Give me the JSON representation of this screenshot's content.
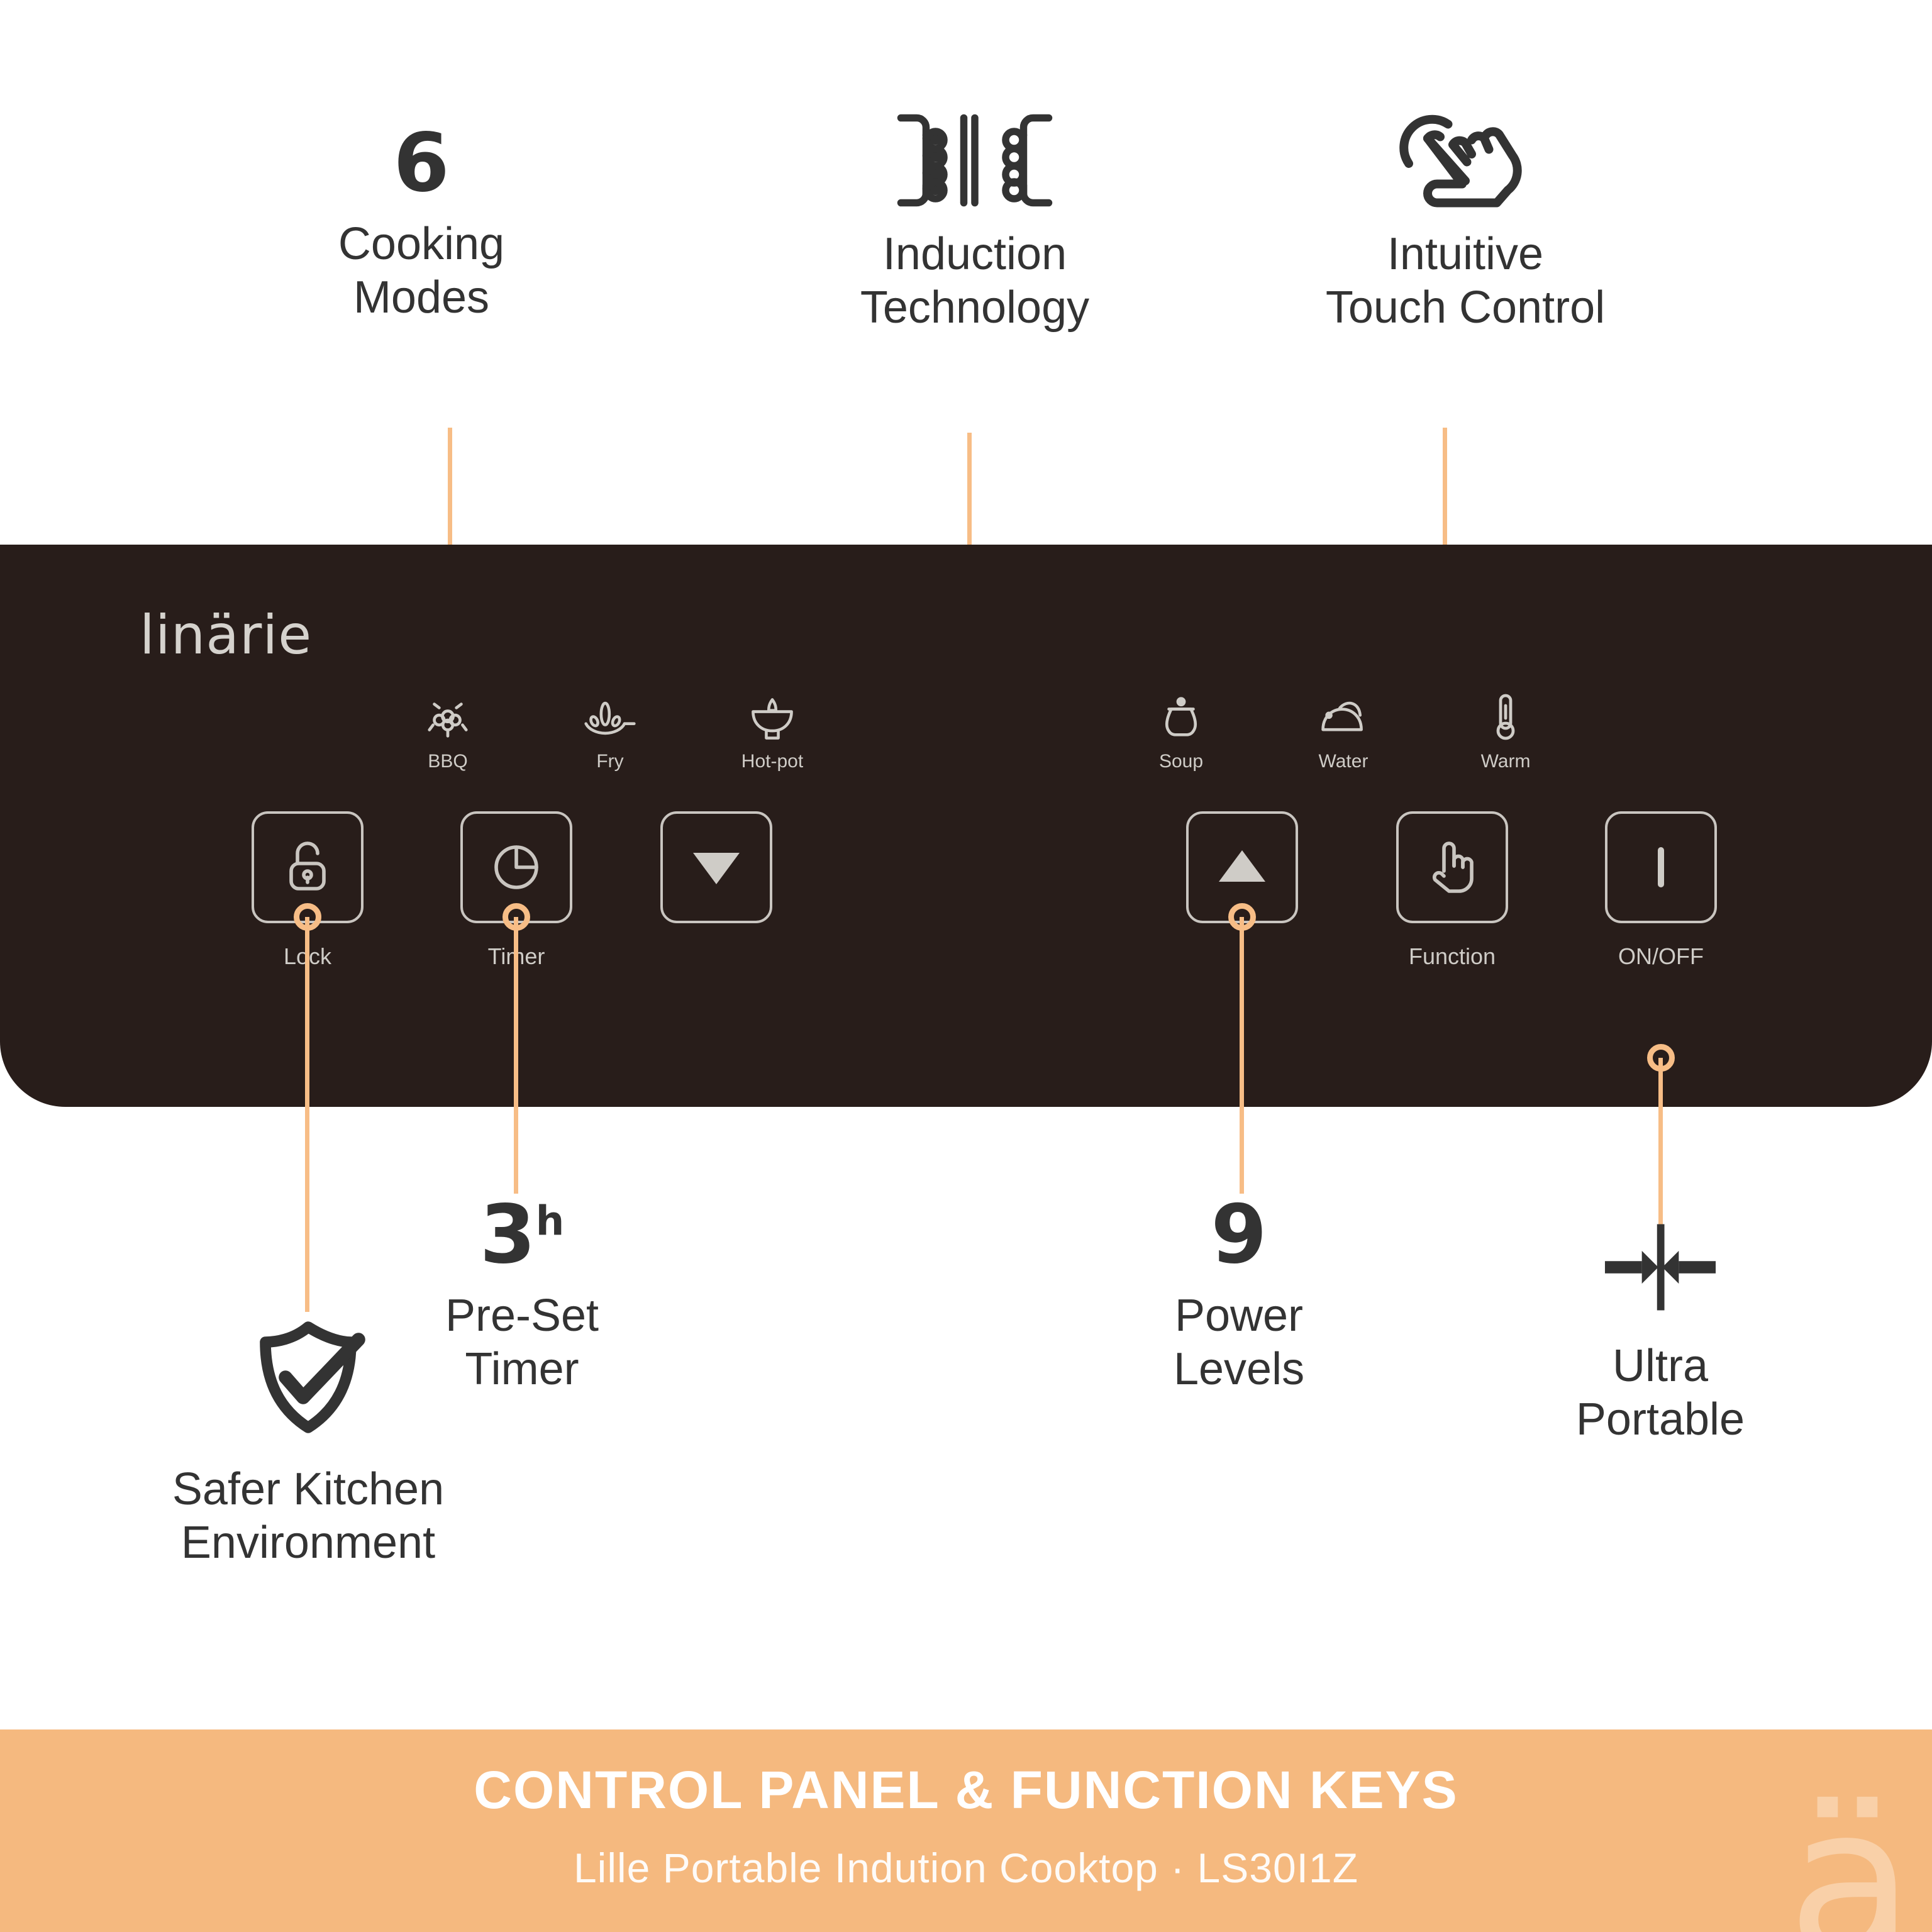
{
  "features_top": [
    {
      "number": "6",
      "icon": "",
      "caption": "Cooking\nModes"
    },
    {
      "number": "",
      "icon": "induction-transformer-icon",
      "caption": "Induction\nTechnology"
    },
    {
      "number": "",
      "icon": "touch-gesture-icon",
      "caption": "Intuitive\nTouch Control"
    }
  ],
  "features_bottom": [
    {
      "number": "",
      "icon": "shield-check-icon",
      "caption": "Safer Kitchen\nEnvironment"
    },
    {
      "number": "3",
      "unit": "h",
      "icon": "",
      "caption": "Pre-Set\nTimer"
    },
    {
      "number": "9",
      "icon": "",
      "caption": "Power\nLevels"
    },
    {
      "number": "",
      "icon": "compact-arrows-icon",
      "caption": "Ultra\nPortable"
    }
  ],
  "panel": {
    "brand": "linärie",
    "modes_left": [
      {
        "label": "BBQ",
        "icon": "bbq-grill-icon"
      },
      {
        "label": "Fry",
        "icon": "fry-flame-icon"
      },
      {
        "label": "Hot-pot",
        "icon": "hotpot-icon"
      }
    ],
    "modes_right": [
      {
        "label": "Soup",
        "icon": "soup-pot-icon"
      },
      {
        "label": "Water",
        "icon": "kettle-icon"
      },
      {
        "label": "Warm",
        "icon": "thermometer-icon"
      }
    ],
    "keys": [
      {
        "label": "Lock",
        "icon": "padlock-icon"
      },
      {
        "label": "Timer",
        "icon": "clock-pie-icon"
      },
      {
        "label": "",
        "icon": "triangle-down-icon"
      },
      {
        "label": "",
        "icon": "triangle-up-icon"
      },
      {
        "label": "Function",
        "icon": "hand-point-icon"
      },
      {
        "label": "ON/OFF",
        "icon": "power-bar-icon"
      }
    ]
  },
  "banner": {
    "title": "CONTROL PANEL & FUNCTION KEYS",
    "subtitle": "Lille Portable Indution Cooktop · LS30I1Z",
    "watermark": "ä"
  },
  "colors": {
    "accent": "#f7bd86",
    "banner_bg": "#f5b97f",
    "panel_bg": "#281d1a",
    "text_dark": "#333333",
    "panel_text": "#cfccc7"
  }
}
